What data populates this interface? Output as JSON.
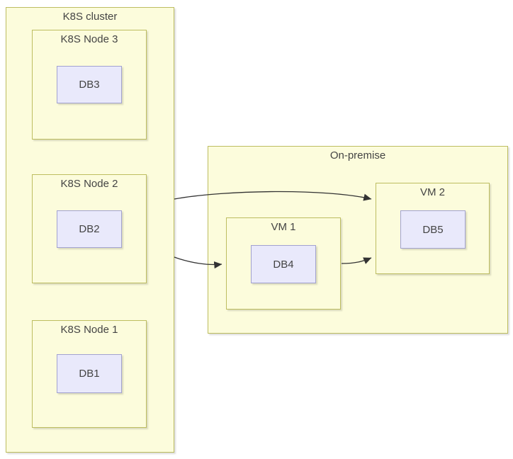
{
  "diagram": {
    "k8s_cluster": {
      "label": "K8S cluster",
      "nodes": {
        "node3": {
          "label": "K8S Node 3",
          "db": {
            "label": "DB3"
          }
        },
        "node2": {
          "label": "K8S Node 2",
          "db": {
            "label": "DB2"
          }
        },
        "node1": {
          "label": "K8S Node 1",
          "db": {
            "label": "DB1"
          }
        }
      }
    },
    "on_premise": {
      "label": "On-premise",
      "vms": {
        "vm1": {
          "label": "VM 1",
          "db": {
            "label": "DB4"
          }
        },
        "vm2": {
          "label": "VM 2",
          "db": {
            "label": "DB5"
          }
        }
      }
    },
    "edges": [
      {
        "from": "K8S cluster",
        "to": "VM 2"
      },
      {
        "from": "K8S cluster",
        "to": "VM 1"
      },
      {
        "from": "VM 1",
        "to": "VM 2"
      }
    ],
    "colors": {
      "container_fill": "#fcfcdc",
      "container_stroke": "#bdbd60",
      "database_fill": "#e9e9fb",
      "database_stroke": "#a2a2d0",
      "text": "#444444",
      "connector": "#333333"
    }
  }
}
